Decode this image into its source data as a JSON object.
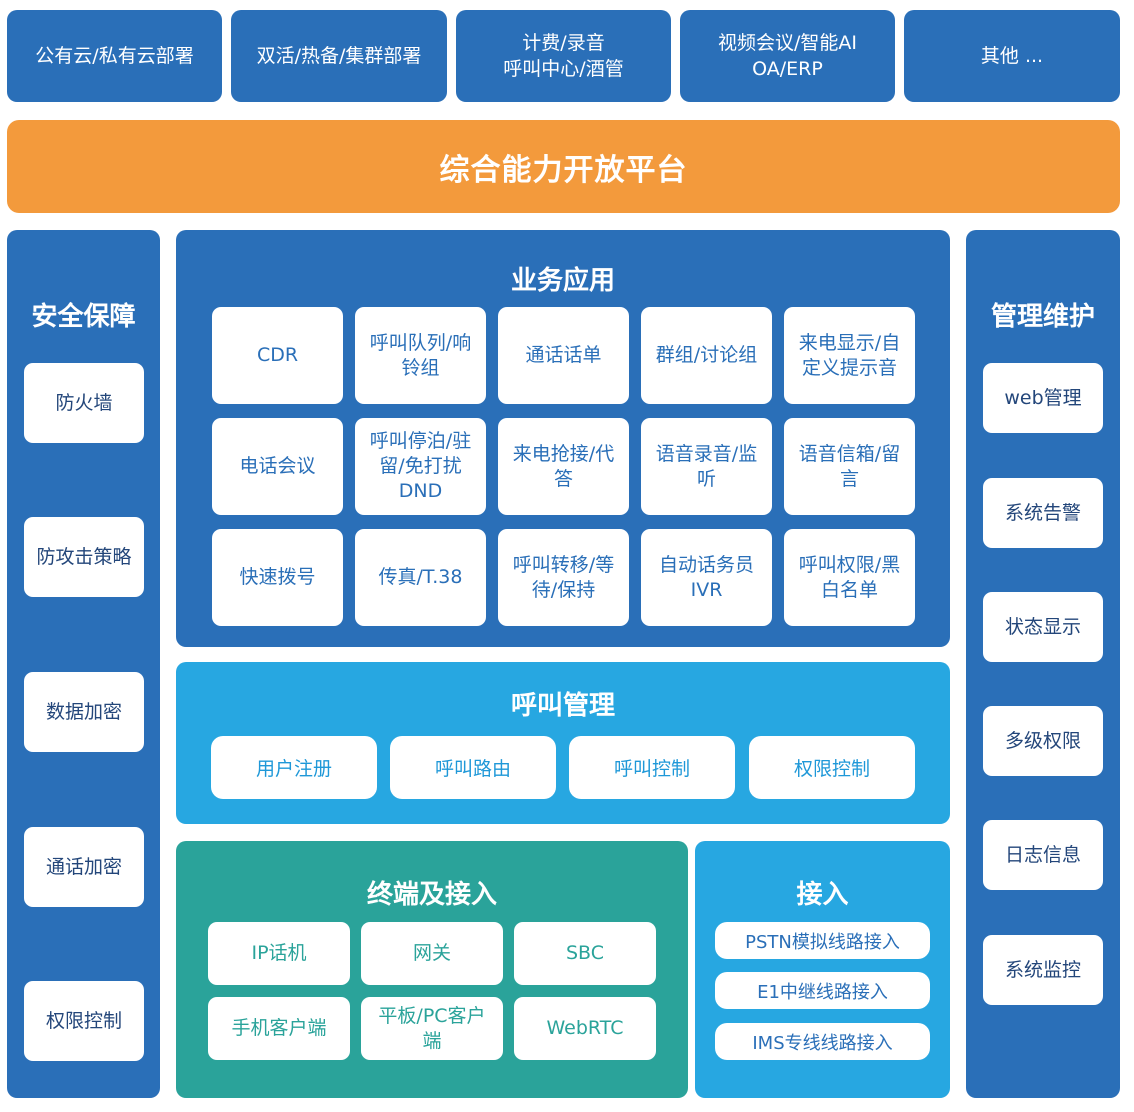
{
  "top_apps": [
    {
      "line1": "公有云/私有云部署",
      "line2": ""
    },
    {
      "line1": "双活/热备/集群部署",
      "line2": ""
    },
    {
      "line1": "计费/录音",
      "line2": "呼叫中心/酒管"
    },
    {
      "line1": "视频会议/智能AI",
      "line2": "OA/ERP"
    },
    {
      "line1": "其他 ...",
      "line2": ""
    }
  ],
  "platform": "综合能力开放平台",
  "security": {
    "title": "安全保障",
    "items": [
      "防火墙",
      "防攻击策略",
      "数据加密",
      "通话加密",
      "权限控制"
    ]
  },
  "business": {
    "title": "业务应用",
    "items": [
      "CDR",
      "呼叫队列/响铃组",
      "通话话单",
      "群组/讨论组",
      "来电显示/自定义提示音",
      "电话会议",
      "呼叫停泊/驻留/免打扰DND",
      "来电抢接/代答",
      "语音录音/监听",
      "语音信箱/留言",
      "快速拨号",
      "传真/T.38",
      "呼叫转移/等待/保持",
      "自动话务员IVR",
      "呼叫权限/黑白名单"
    ]
  },
  "call_mgmt": {
    "title": "呼叫管理",
    "items": [
      "用户注册",
      "呼叫路由",
      "呼叫控制",
      "权限控制"
    ]
  },
  "terminal": {
    "title": "终端及接入",
    "items": [
      "IP话机",
      "网关",
      "SBC",
      "手机客户端",
      "平板/PC客户端",
      "WebRTC"
    ]
  },
  "access": {
    "title": "接入",
    "items": [
      "PSTN模拟线路接入",
      "E1中继线路接入",
      "IMS专线线路接入"
    ]
  },
  "management": {
    "title": "管理维护",
    "items": [
      "web管理",
      "系统告警",
      "状态显示",
      "多级权限",
      "日志信息",
      "系统监控"
    ]
  },
  "colors": {
    "blue": "#2a6fb8",
    "orange": "#f39a3c",
    "sky": "#1f98d8",
    "light_sky": "#27a7e1",
    "teal": "#2aa39a"
  }
}
